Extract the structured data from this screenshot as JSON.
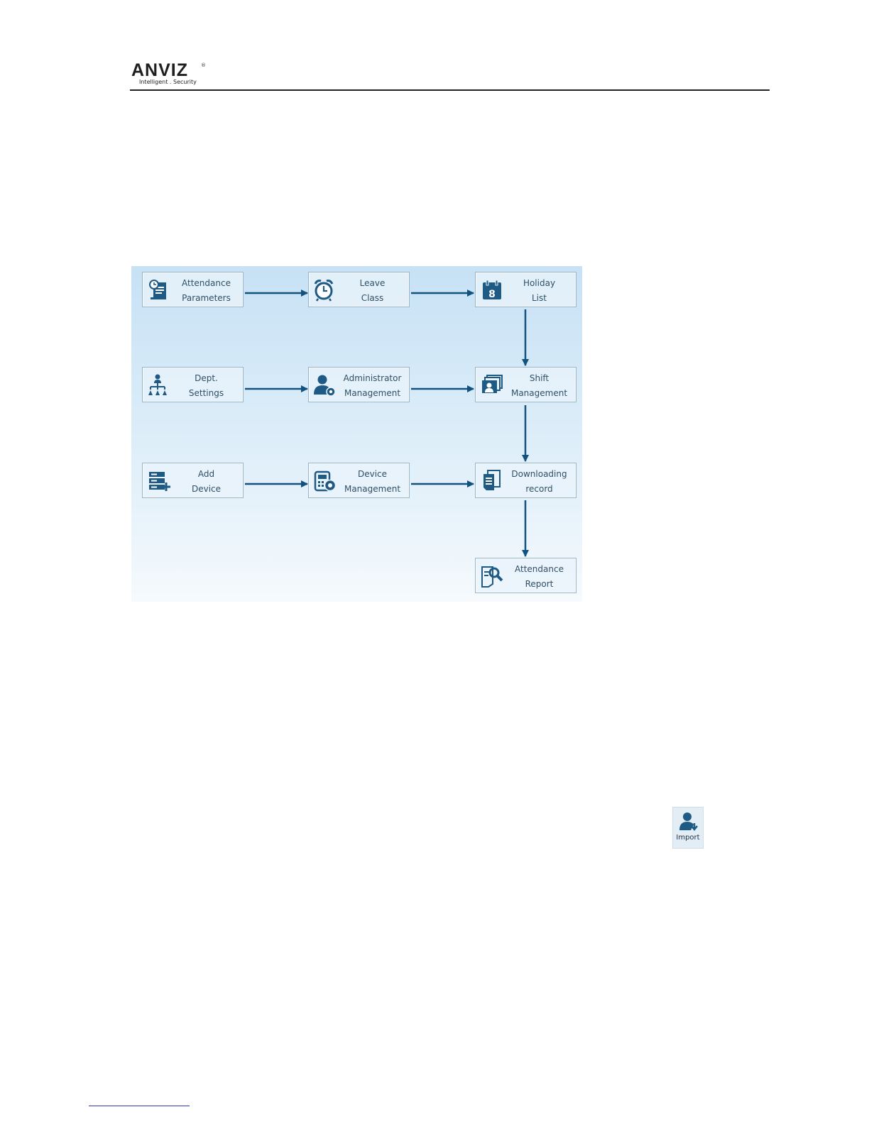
{
  "header": {
    "logo_text": "ANVIZ",
    "logo_registered": "®",
    "tagline": "Intelligent . Security"
  },
  "flowchart": {
    "nodes": [
      {
        "id": "attendance-parameters",
        "icon": "document-clock-icon",
        "line1": "Attendance",
        "line2": "Parameters"
      },
      {
        "id": "leave-class",
        "icon": "alarm-clock-icon",
        "line1": "Leave",
        "line2": "Class"
      },
      {
        "id": "holiday-list",
        "icon": "calendar-icon",
        "line1": "Holiday",
        "line2": "List",
        "calendar_day": "8"
      },
      {
        "id": "dept-settings",
        "icon": "org-chart-icon",
        "line1": "Dept.",
        "line2": "Settings"
      },
      {
        "id": "administrator-management",
        "icon": "user-gear-icon",
        "line1": "Administrator",
        "line2": "Management"
      },
      {
        "id": "shift-management",
        "icon": "shift-cards-icon",
        "line1": "Shift",
        "line2": "Management"
      },
      {
        "id": "add-device",
        "icon": "server-plus-icon",
        "line1": "Add",
        "line2": "Device"
      },
      {
        "id": "device-management",
        "icon": "device-gear-icon",
        "line1": "Device",
        "line2": "Management"
      },
      {
        "id": "downloading-record",
        "icon": "documents-icon",
        "line1": "Downloading",
        "line2": "record"
      },
      {
        "id": "attendance-report",
        "icon": "report-search-icon",
        "line1": "Attendance",
        "line2": "Report"
      }
    ],
    "edges": [
      [
        "attendance-parameters",
        "leave-class"
      ],
      [
        "leave-class",
        "holiday-list"
      ],
      [
        "holiday-list",
        "shift-management"
      ],
      [
        "dept-settings",
        "administrator-management"
      ],
      [
        "administrator-management",
        "shift-management"
      ],
      [
        "shift-management",
        "downloading-record"
      ],
      [
        "add-device",
        "device-management"
      ],
      [
        "device-management",
        "downloading-record"
      ],
      [
        "downloading-record",
        "attendance-report"
      ]
    ],
    "colors": {
      "arrow": "#12527e",
      "icon": "#1f5a85",
      "border": "#9ab4c8"
    }
  },
  "import_button": {
    "label": "Import",
    "icon": "user-download-icon"
  }
}
